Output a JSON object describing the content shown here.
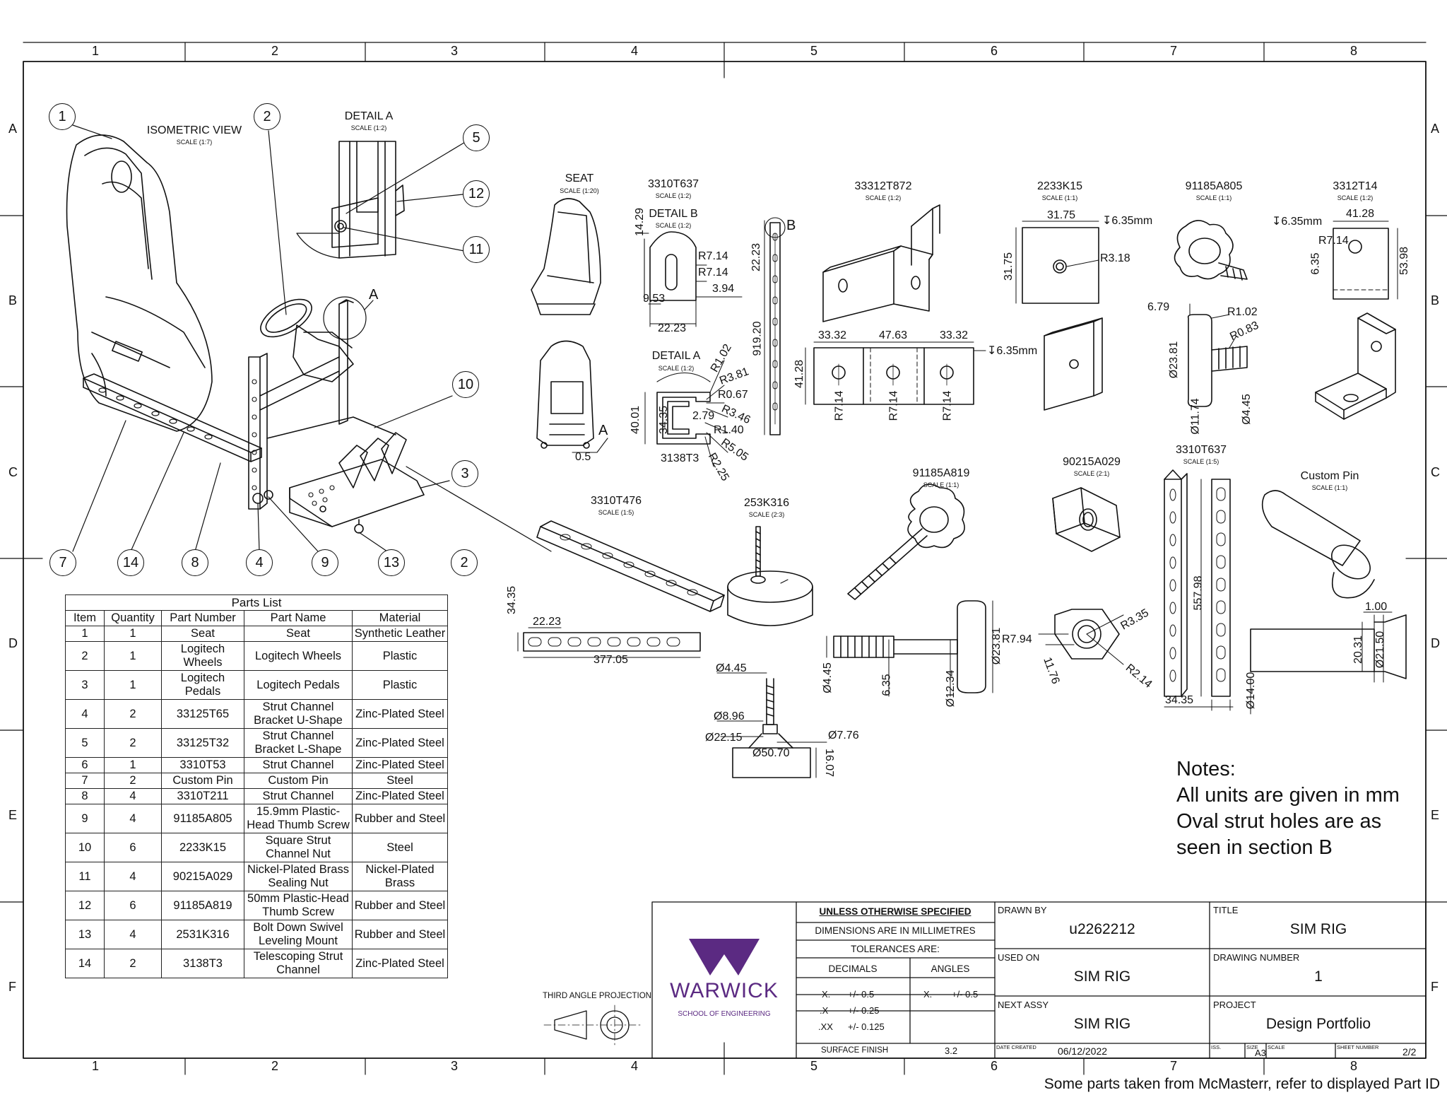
{
  "zones": {
    "columns": [
      "1",
      "2",
      "3",
      "4",
      "5",
      "6",
      "7",
      "8"
    ],
    "rows": [
      "A",
      "B",
      "C",
      "D",
      "E",
      "F"
    ]
  },
  "views": {
    "isometric": {
      "title": "ISOMETRIC VIEW",
      "scale": "SCALE (1:7)"
    },
    "detail_a_top": {
      "title": "DETAIL A",
      "scale": "SCALE (1:2)"
    },
    "seat": {
      "title": "SEAT",
      "scale": "SCALE (1:20)"
    },
    "p3310T637_a": {
      "title": "3310T637",
      "scale": "SCALE (1:2)"
    },
    "detail_b": {
      "title": "DETAIL B",
      "scale": "SCALE (1:2)"
    },
    "detail_a_mid": {
      "title": "DETAIL A",
      "scale": "SCALE (1:2)"
    },
    "p33312T872": {
      "title": "33312T872",
      "scale": "SCALE (1:2)"
    },
    "p2233K15": {
      "title": "2233K15",
      "scale": "SCALE (1:1)"
    },
    "p91185A805": {
      "title": "91185A805",
      "scale": "SCALE (1:1)"
    },
    "p3312T14": {
      "title": "3312T14",
      "scale": "SCALE (1:2)"
    },
    "p3310T476": {
      "title": "3310T476",
      "scale": "SCALE (1:5)"
    },
    "p253K316": {
      "title": "253K316",
      "scale": "SCALE (2:3)"
    },
    "p91185A819": {
      "title": "91185A819",
      "scale": "SCALE (1:1)"
    },
    "p90215A029": {
      "title": "90215A029",
      "scale": "SCALE (2:1)"
    },
    "p3310T637_b": {
      "title": "3310T637",
      "scale": "SCALE (1:5)"
    },
    "custom_pin": {
      "title": "Custom Pin",
      "scale": "SCALE (1:1)"
    }
  },
  "view_marks": {
    "a": "A",
    "b": "B",
    "part": "3138T3"
  },
  "balloons": [
    "1",
    "2",
    "5",
    "12",
    "11",
    "10",
    "3",
    "7",
    "14",
    "8",
    "4",
    "9",
    "13",
    "2"
  ],
  "dimensions": {
    "db_14_29": "14.29",
    "db_r714a": "R7.14",
    "db_r714b": "R7.14",
    "db_394": "3.94",
    "db_953": "9.53",
    "db_2223": "22.23",
    "sb_2223": "22.23",
    "sb_91920": "919.20",
    "da_r102": "R1.02",
    "da_r381": "R3.81",
    "da_r067": "R0.67",
    "da_279": "2.79",
    "da_r346": "R3.46",
    "da_r140": "R1.40",
    "da_r505": "R5.05",
    "da_r225": "R2.25",
    "da_4001": "40.01",
    "da_3435": "34.35",
    "seat_05": "0.5",
    "br_3332a": "33.32",
    "br_4763": "47.63",
    "br_3332b": "33.32",
    "br_4128": "41.28",
    "br_hole": "6.35mm",
    "br_r714": "R7.14",
    "nut_3175a": "31.75",
    "nut_3175b": "31.75",
    "nut_hole": "6.35mm",
    "nut_r318": "R3.18",
    "k805_679": "6.79",
    "k805_r102": "R1.02",
    "k805_r083": "R0.83",
    "k805_d2381": "Ø23.81",
    "k805_d1174": "Ø11.74",
    "k805_d445": "Ø4.45",
    "lb_hole": "6.35mm",
    "lb_4128": "41.28",
    "lb_r714": "R7.14",
    "lb_635": "6.35",
    "lb_5398": "53.98",
    "ch_3435": "34.35",
    "ch_2223": "22.23",
    "ch_37705": "377.05",
    "lv_d445": "Ø4.45",
    "lv_d896": "Ø8.96",
    "lv_d2215": "Ø22.15",
    "lv_d776": "Ø7.76",
    "lv_d5070": "Ø50.70",
    "lv_1607": "16.07",
    "k819_d445": "Ø4.45",
    "k819_635": "6.35",
    "k819_d1234": "Ø12.34",
    "k819_d2381": "Ø23.81",
    "hx_r794": "R7.94",
    "hx_r335": "R3.35",
    "hx_r214": "R2.14",
    "hx_1176": "11.76",
    "st_55798": "557.98",
    "st_3435": "34.35",
    "pin_100": "1.00",
    "pin_2031": "20.31",
    "pin_d2150": "Ø21.50",
    "pin_d1400": "Ø14.00"
  },
  "parts_list": {
    "caption": "Parts List",
    "headers": [
      "Item",
      "Quantity",
      "Part Number",
      "Part Name",
      "Material"
    ],
    "rows": [
      [
        "1",
        "1",
        "Seat",
        "Seat",
        "Synthetic Leather"
      ],
      [
        "2",
        "1",
        "Logitech Wheels",
        "Logitech Wheels",
        "Plastic"
      ],
      [
        "3",
        "1",
        "Logitech Pedals",
        "Logitech Pedals",
        "Plastic"
      ],
      [
        "4",
        "2",
        "33125T65",
        "Strut Channel Bracket U-Shape",
        "Zinc-Plated Steel"
      ],
      [
        "5",
        "2",
        "33125T32",
        "Strut Channel Bracket L-Shape",
        "Zinc-Plated Steel"
      ],
      [
        "6",
        "1",
        "3310T53",
        "Strut Channel",
        "Zinc-Plated Steel"
      ],
      [
        "7",
        "2",
        "Custom Pin",
        "Custom Pin",
        "Steel"
      ],
      [
        "8",
        "4",
        "3310T211",
        "Strut Channel",
        "Zinc-Plated Steel"
      ],
      [
        "9",
        "4",
        "91185A805",
        "15.9mm Plastic-Head Thumb Screw",
        "Rubber and Steel"
      ],
      [
        "10",
        "6",
        "2233K15",
        "Square Strut Channel Nut",
        "Steel"
      ],
      [
        "11",
        "4",
        "90215A029",
        "Nickel-Plated Brass Sealing Nut",
        "Nickel-Plated Brass"
      ],
      [
        "12",
        "6",
        "91185A819",
        "50mm Plastic-Head Thumb Screw",
        "Rubber and Steel"
      ],
      [
        "13",
        "4",
        "2531K316",
        "Bolt Down Swivel Leveling Mount",
        "Rubber and Steel"
      ],
      [
        "14",
        "2",
        "3138T3",
        "Telescoping Strut Channel",
        "Zinc-Plated Steel"
      ]
    ]
  },
  "notes": {
    "heading": "Notes:",
    "lines": [
      "All units are given in mm",
      "Oval strut holes are as",
      "seen in section B"
    ]
  },
  "title_block": {
    "projection": "THIRD ANGLE PROJECTION",
    "logo_word": "WARWICK",
    "logo_sub": "SCHOOL OF ENGINEERING",
    "unless": "UNLESS OTHERWISE SPECIFIED",
    "dims_in": "DIMENSIONS ARE IN MILLIMETRES",
    "tolerances": "TOLERANCES ARE:",
    "decimals": "DECIMALS",
    "angles": "ANGLES",
    "tol_x": "X.",
    "tol_x_val": "+/- 0.5",
    "tol_x1": ".X",
    "tol_x1_val": "+/- 0.25",
    "tol_x2": ".XX",
    "tol_x2_val": "+/- 0.125",
    "ang_x": "X.",
    "ang_x_val": "+/- 0.5",
    "surface_finish": "SURFACE FINISH",
    "surface_finish_val": "3.2",
    "drawn_by_label": "DRAWN BY",
    "drawn_by": "u2262212",
    "used_on_label": "USED ON",
    "used_on": "SIM RIG",
    "next_assy_label": "NEXT ASSY",
    "next_assy": "SIM RIG",
    "date_label": "DATE CREATED",
    "date": "06/12/2022",
    "title_label": "TITLE",
    "title": "SIM RIG",
    "drawing_number_label": "DRAWING NUMBER",
    "drawing_number": "1",
    "project_label": "PROJECT",
    "project": "Design Portfolio",
    "iss_label": "ISS.",
    "size_label": "SIZE",
    "size": "A3",
    "scale_label": "SCALE",
    "sheet_label": "SHEET NUMBER",
    "sheet": "2/2"
  },
  "footer": "Some parts taken from McMasterr, refer to displayed Part ID",
  "colors": {
    "logo": "#5b2a82",
    "line": "#111111"
  }
}
